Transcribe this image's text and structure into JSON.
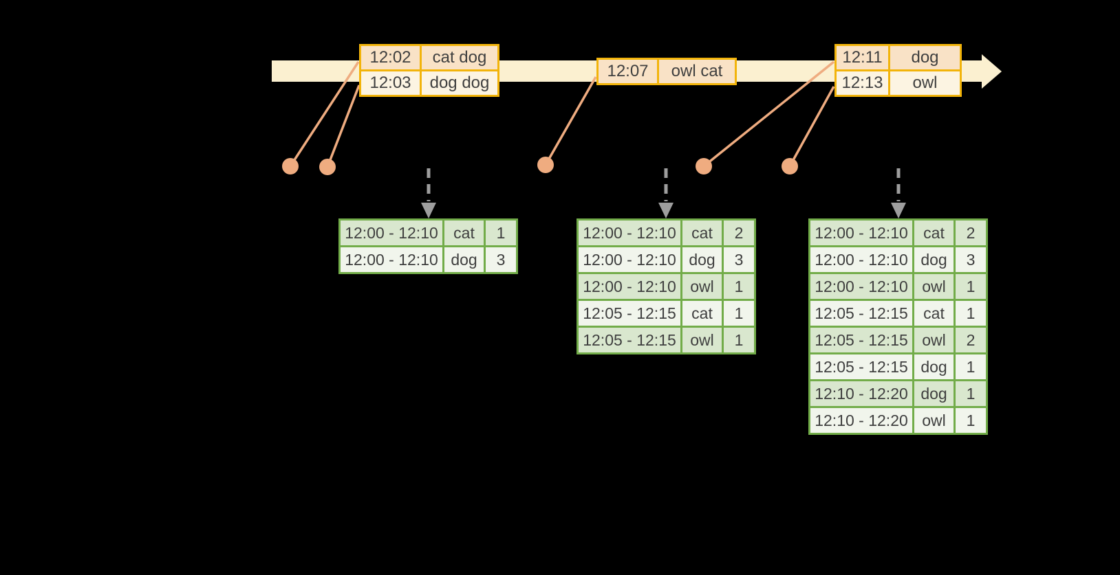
{
  "colors": {
    "background": "#000000",
    "timeline_fill": "#FBF0D0",
    "event_border": "#F2B40B",
    "event_row_dark": "#F9E2C6",
    "event_row_light": "#FCF4E2",
    "marker": "#EFAC80",
    "arrow_gray": "#9E9E9E",
    "result_border": "#72AC49",
    "result_row_dark": "#D9E7CE",
    "result_row_light": "#F1F5EC",
    "cell_text": "#3F3F3F"
  },
  "event_tables": [
    {
      "rows": [
        {
          "time": "12:02",
          "words": "cat dog"
        },
        {
          "time": "12:03",
          "words": "dog dog"
        }
      ]
    },
    {
      "rows": [
        {
          "time": "12:07",
          "words": "owl cat"
        }
      ]
    },
    {
      "rows": [
        {
          "time": "12:11",
          "words": "dog"
        },
        {
          "time": "12:13",
          "words": "owl"
        }
      ]
    }
  ],
  "result_tables": [
    {
      "rows": [
        {
          "window": "12:00 - 12:10",
          "word": "cat",
          "count": "1"
        },
        {
          "window": "12:00 - 12:10",
          "word": "dog",
          "count": "3"
        }
      ]
    },
    {
      "rows": [
        {
          "window": "12:00 - 12:10",
          "word": "cat",
          "count": "2"
        },
        {
          "window": "12:00 - 12:10",
          "word": "dog",
          "count": "3"
        },
        {
          "window": "12:00 - 12:10",
          "word": "owl",
          "count": "1"
        },
        {
          "window": "12:05 - 12:15",
          "word": "cat",
          "count": "1"
        },
        {
          "window": "12:05 - 12:15",
          "word": "owl",
          "count": "1"
        }
      ]
    },
    {
      "rows": [
        {
          "window": "12:00 - 12:10",
          "word": "cat",
          "count": "2"
        },
        {
          "window": "12:00 - 12:10",
          "word": "dog",
          "count": "3"
        },
        {
          "window": "12:00 - 12:10",
          "word": "owl",
          "count": "1"
        },
        {
          "window": "12:05 - 12:15",
          "word": "cat",
          "count": "1"
        },
        {
          "window": "12:05 - 12:15",
          "word": "owl",
          "count": "2"
        },
        {
          "window": "12:05 - 12:15",
          "word": "dog",
          "count": "1"
        },
        {
          "window": "12:10 - 12:20",
          "word": "dog",
          "count": "1"
        },
        {
          "window": "12:10 - 12:20",
          "word": "owl",
          "count": "1"
        }
      ]
    }
  ]
}
